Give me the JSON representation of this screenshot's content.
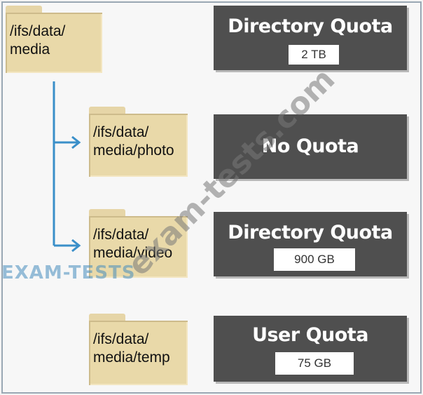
{
  "folders": [
    {
      "line1": "/ifs/data/",
      "line2": "media"
    },
    {
      "line1": "/ifs/data/",
      "line2": "media/photo"
    },
    {
      "line1": "/ifs/data/",
      "line2": "media/video"
    },
    {
      "line1": "/ifs/data/",
      "line2": "media/temp"
    }
  ],
  "quotas": [
    {
      "title": "Directory Quota",
      "value": "2 TB"
    },
    {
      "title": "No Quota",
      "value": ""
    },
    {
      "title": "Directory Quota",
      "value": "900 GB"
    },
    {
      "title": "User Quota",
      "value": "75 GB"
    }
  ],
  "watermarks": {
    "diagonal": "exam-tests.com",
    "side": "EXAM-TESTS"
  },
  "colors": {
    "connector": "#3a8fc9",
    "quota_box": "#4f4f4f",
    "folder": "#e9d9a9"
  }
}
